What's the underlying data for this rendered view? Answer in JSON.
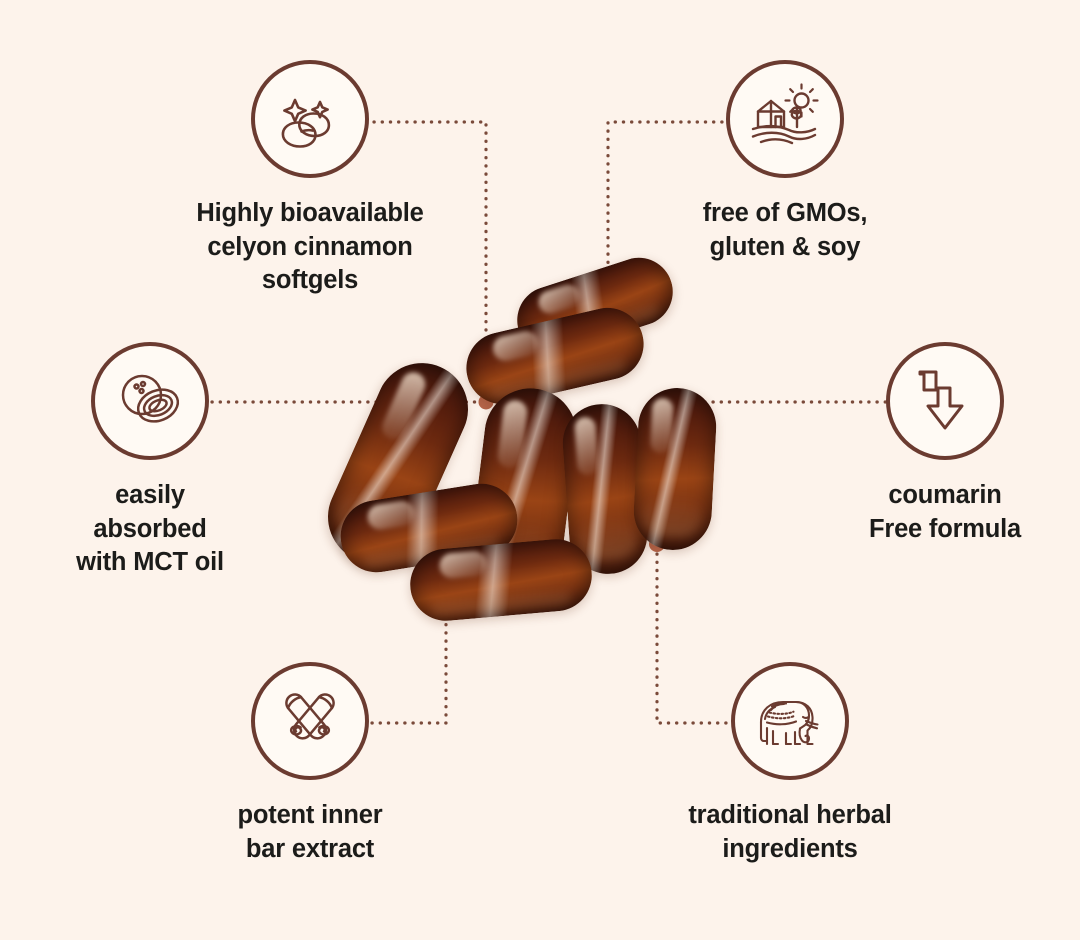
{
  "page": {
    "title": "Ceylon Cinnamon Softgels Benefits Infographic",
    "background_color": "#FDF3EB",
    "accent_color": "#6B3B30",
    "text_color": "#1C1C1A",
    "connector_color": "#7A4A3A"
  },
  "product": {
    "name": "ceylon cinnamon softgels",
    "capsule_count": 8,
    "capsule_color": "#6E2A10"
  },
  "features": [
    {
      "id": "bioavailable",
      "icon": "softgel-capsules-sparkle-icon",
      "label": "Highly bioavailable\ncelyon cinnamon\nsoftgels",
      "position": "top-left"
    },
    {
      "id": "gmo",
      "icon": "farm-barn-sun-icon",
      "label": "free of GMOs,\ngluten & soy",
      "position": "top-right"
    },
    {
      "id": "mct",
      "icon": "coconut-halves-icon",
      "label": "easily\nabsorbed\nwith MCT oil",
      "position": "middle-left"
    },
    {
      "id": "coumarin",
      "icon": "downward-zigzag-arrow-icon",
      "label": "coumarin\nFree formula",
      "position": "middle-right"
    },
    {
      "id": "bar",
      "icon": "crossed-cinnamon-sticks-icon",
      "label": "potent inner\nbar extract",
      "position": "bottom-left"
    },
    {
      "id": "herbal",
      "icon": "decorated-elephant-icon",
      "label": "traditional herbal\ningredients",
      "position": "bottom-right"
    }
  ]
}
